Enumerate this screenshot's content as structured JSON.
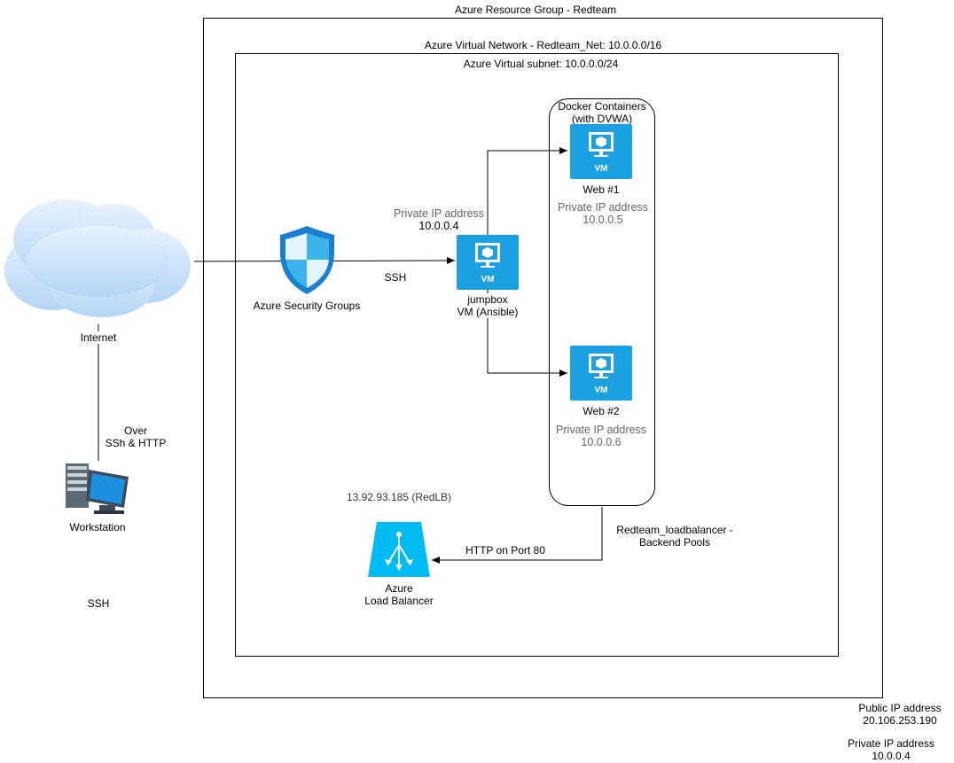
{
  "resource_group": {
    "title": "Azure Resource Group - Redteam"
  },
  "vnet": {
    "title": "Azure Virtual Network - Redteam_Net: 10.0.0.0/16"
  },
  "subnet": {
    "title": "Azure Virtual subnet: 10.0.0.0/24"
  },
  "docker": {
    "title_line1": "Docker Containers",
    "title_line2": "(with DVWA)"
  },
  "internet": {
    "label": "Internet"
  },
  "workstation": {
    "label": "Workstation"
  },
  "link_internet_workstation": {
    "line1": "Over",
    "line2": "SSh & HTTP"
  },
  "ssh_bottom": "SSH",
  "security_groups": {
    "label": "Azure Security Groups"
  },
  "ssh_link": "SSH",
  "jumpbox": {
    "ip_title": "Private IP address",
    "ip": "10.0.0.4",
    "name_line1": "jumpbox",
    "name_line2": "VM (Ansible)",
    "badge": "VM"
  },
  "web1": {
    "name": "Web #1",
    "ip_title": "Private IP address",
    "ip": "10.0.0.5",
    "badge": "VM"
  },
  "web2": {
    "name": "Web #2",
    "ip_title": "Private IP address",
    "ip": "10.0.0.6",
    "badge": "VM"
  },
  "load_balancer": {
    "ip_label": "13.92.93.185 (RedLB)",
    "name_line1": "Azure",
    "name_line2": "Load Balancer"
  },
  "http_link": "HTTP  on Port 80",
  "backend_pools": {
    "line1": "Redteam_loadbalancer -",
    "line2": "Backend Pools"
  },
  "public_ip": {
    "title": "Public IP address",
    "value": "20.106.253.190"
  },
  "private_ip": {
    "title": "Private IP address",
    "value": "10.0.0.4"
  },
  "colors": {
    "azure_blue": "#1ba1e2",
    "lb_blue": "#00bcf2",
    "line": "#000000"
  }
}
